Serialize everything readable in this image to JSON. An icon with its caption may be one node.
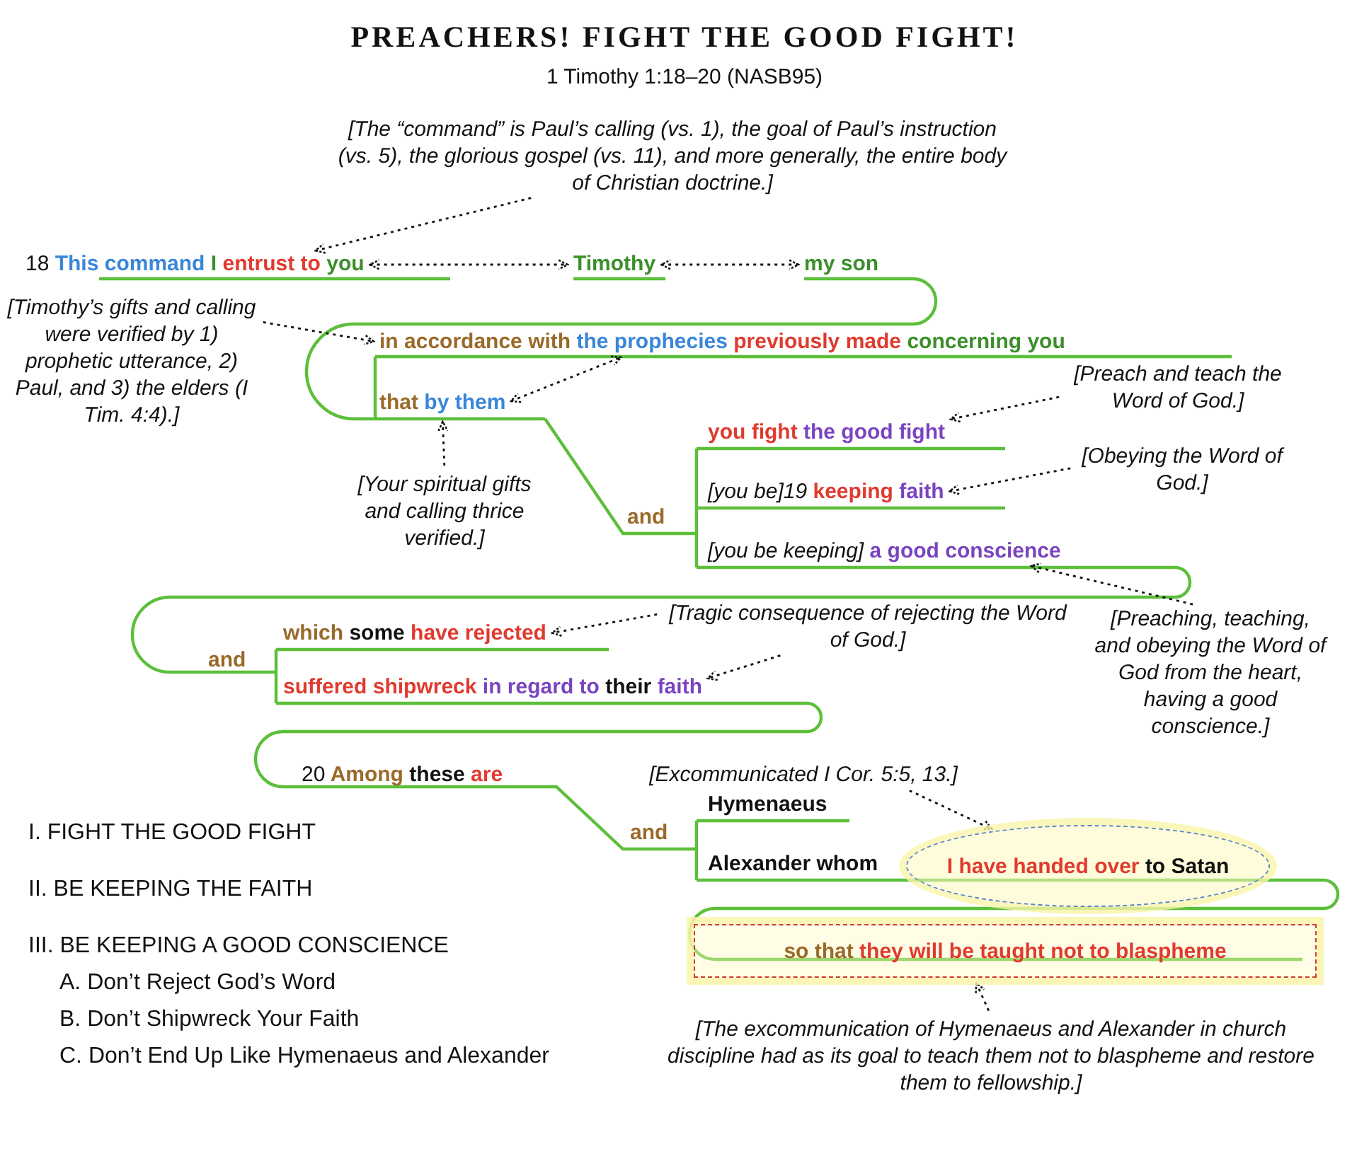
{
  "diagram": {
    "title": "PREACHERS! FIGHT THE GOOD FIGHT!",
    "nodes": [
      {
        "text": [
          "[The “command” is Paul’s calling (vs. 1), the goal of Paul’s instruction (vs. 5), the glorious gospel (vs. 11), and more generally, the entire body of Christian doctrine.]"
        ]
      },
      {
        "text": [
          "18 This command I entrust to you"
        ]
      },
      {
        "text": [
          "Timothy"
        ]
      },
      {
        "text": [
          "my son"
        ]
      },
      {
        "text": [
          "[Timothy’s gifts and calling were verified by 1) prophetic utterance, 2) Paul, and 3) the elders (I Tim. 4:4).]"
        ]
      },
      {
        "text": [
          "in accordance with the prophecies previously made concerning you"
        ]
      },
      {
        "text": [
          "that by them"
        ]
      },
      {
        "text": [
          "[Your spiritual gifts and calling thrice verified.]"
        ]
      },
      {
        "text": [
          "you fight the good fight"
        ]
      },
      {
        "text": [
          "[Preach and teach the Word of God.]"
        ]
      },
      {
        "text": [
          "[you be]19 keeping faith"
        ]
      },
      {
        "text": [
          "[Obeying the Word of God.]"
        ]
      },
      {
        "text": [
          "[you be keeping] a good conscience"
        ]
      },
      {
        "text": [
          "[Preaching, teaching, and obeying the Word of God from the heart, having a good conscience.]"
        ]
      },
      {
        "text": [
          "which some have rejected"
        ]
      },
      {
        "text": [
          "[Tragic consequence of rejecting the Word of God.]"
        ]
      },
      {
        "text": [
          "suffered shipwreck in regard to their faith"
        ]
      },
      {
        "text": [
          "20 Among these are"
        ]
      },
      {
        "text": [
          "[Excommunicated I Cor. 5:5, 13.]"
        ]
      },
      {
        "text": [
          "Hymenaeus"
        ]
      },
      {
        "text": [
          "Alexander whom"
        ]
      },
      {
        "text": [
          "I have handed over to Satan"
        ]
      },
      {
        "text": [
          "so that they will be taught not to blaspheme"
        ]
      },
      {
        "text": [
          "[The excommunication of Hymenaeus and Alexander in church discipline had as its goal to teach them not to blaspheme and restore them to fellowship.]"
        ]
      }
    ],
    "edges": [
      {
        "from": 0,
        "to": 1,
        "arrow": "to"
      },
      {
        "from": 1,
        "to": 2,
        "arrow": "both"
      },
      {
        "from": 2,
        "to": 3,
        "arrow": "both"
      },
      {
        "from": 4,
        "to": 5,
        "arrow": "to"
      },
      {
        "from": 6,
        "to": 5,
        "arrow": "both"
      },
      {
        "from": 7,
        "to": 6,
        "arrow": "to"
      },
      {
        "from": 9,
        "to": 8,
        "arrow": "to"
      },
      {
        "from": 11,
        "to": 10,
        "arrow": "to"
      },
      {
        "from": 13,
        "to": 12,
        "arrow": "to"
      },
      {
        "from": 15,
        "to": 14,
        "arrow": "to"
      },
      {
        "from": 15,
        "to": 16,
        "arrow": "to"
      },
      {
        "from": 18,
        "to": 21,
        "arrow": "to"
      },
      {
        "from": 23,
        "to": 22,
        "arrow": "to"
      }
    ],
    "labels": [
      "1 Timothy 1:18–20 (NASB95)",
      "and",
      "and",
      "and",
      "I. FIGHT THE GOOD FIGHT",
      "II. BE KEEPING THE FAITH",
      "III. BE KEEPING A GOOD CONSCIENCE",
      "A. Don’t Reject God’s Word",
      "B. Don’t Shipwreck Your Faith",
      "C. Don’t End Up Like Hymenaeus and Alexander"
    ]
  }
}
